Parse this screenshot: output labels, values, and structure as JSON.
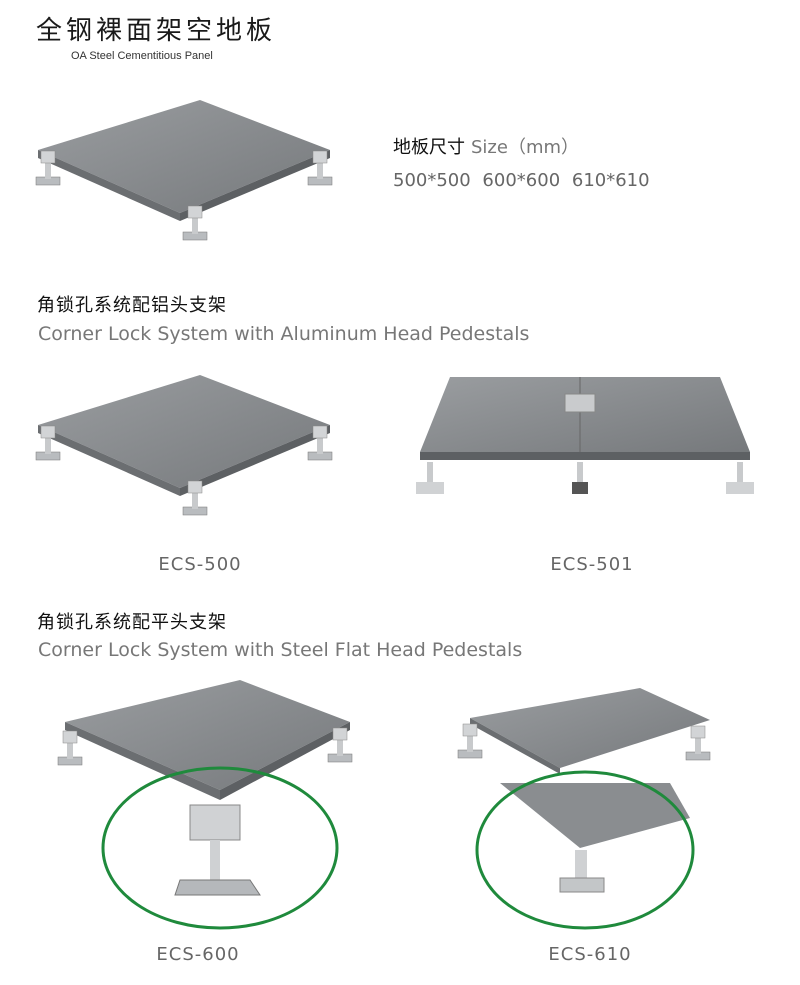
{
  "header": {
    "title": "全钢裸面架空地板",
    "subtitle": "OA Steel Cementitious Panel"
  },
  "size_info": {
    "label_cn": "地板尺寸",
    "label_en": "Size（mm）",
    "values": "500*500  600*600  610*610"
  },
  "sections": [
    {
      "title_cn": "角锁孔系统配铝头支架",
      "title_en": "Corner Lock System with Aluminum Head Pedestals",
      "models": [
        "ECS-500",
        "ECS-501"
      ]
    },
    {
      "title_cn": "角锁孔系统配平头支架",
      "title_en": "Corner Lock System with Steel Flat Head Pedestals",
      "models": [
        "ECS-600",
        "ECS-610"
      ]
    }
  ],
  "colors": {
    "panel": "#8a8d90",
    "ellipse": "#1f8a3c"
  }
}
